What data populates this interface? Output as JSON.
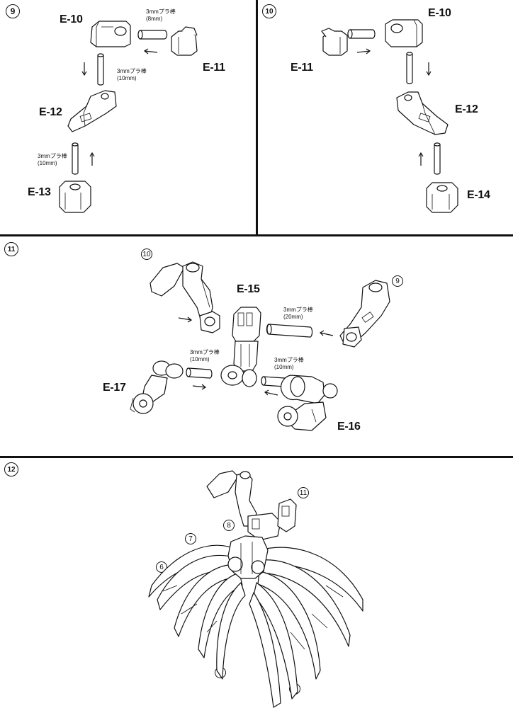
{
  "steps": {
    "s9": {
      "number": "9",
      "labels": {
        "e10": "E-10",
        "e11": "E-11",
        "e12": "E-12",
        "e13": "E-13"
      },
      "rods": {
        "rod8": "3mmプラ棒\n(8mm)",
        "rod10a": "3mmプラ棒\n(10mm)",
        "rod10b": "3mmプラ棒\n(10mm)"
      }
    },
    "s10": {
      "number": "10",
      "labels": {
        "e10": "E-10",
        "e11": "E-11",
        "e12": "E-12",
        "e14": "E-14"
      }
    },
    "s11": {
      "number": "11",
      "labels": {
        "e15": "E-15",
        "e16": "E-16",
        "e17": "E-17"
      },
      "refs": {
        "r10": "10",
        "r9": "9"
      },
      "rods": {
        "rod20": "3mmプラ棒\n(20mm)",
        "rod10a": "3mmプラ棒\n(10mm)",
        "rod10b": "3mmプラ棒\n(10mm)"
      }
    },
    "s12": {
      "number": "12",
      "refs": {
        "r11": "11",
        "r8a": "8",
        "r7a": "7",
        "r6a": "6",
        "r8b": "8",
        "r6b": "6",
        "r7b": "7"
      }
    }
  },
  "colors": {
    "ink": "#111111",
    "paper": "#ffffff"
  }
}
